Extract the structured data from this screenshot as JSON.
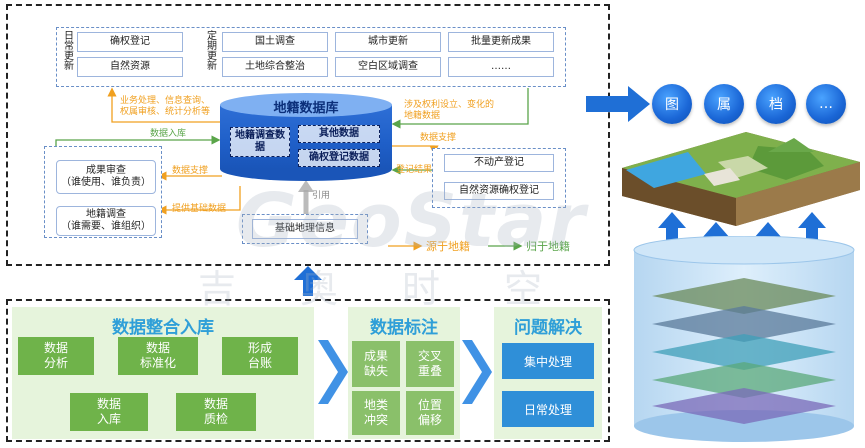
{
  "top": {
    "daily_label": "日常更新",
    "daily_items": [
      "确权登记",
      "自然资源"
    ],
    "periodic_label": "定期更新",
    "periodic_items": [
      "国土调查",
      "城市更新",
      "批量更新成果",
      "土地综合整治",
      "空白区域调查",
      "……"
    ],
    "db_title": "地籍数据库",
    "db_sub_survey": "地籍调查数据",
    "db_sub_other": "其他数据",
    "db_sub_register": "确权登记数据",
    "ann_business": "业务处理、信息查询、权属审核、统计分析等",
    "ann_rights": "涉及权利设立、变化的地籍数据",
    "ann_data_support_right": "数据支撑",
    "ann_data_in": "数据入库",
    "ann_data_support_left": "数据支撑",
    "ann_base_data": "提供基础数据",
    "ann_register_result": "登记结果",
    "ann_reference": "引用",
    "left_boxes": [
      "成果审查\n（谁使用、谁负责）",
      "地籍调查\n（谁需要、谁组织）"
    ],
    "right_boxes": [
      "不动产登记",
      "自然资源确权登记"
    ],
    "base_box": "基础地理信息",
    "legend_from": "源于地籍",
    "legend_to": "归于地籍"
  },
  "circles": [
    "图",
    "属",
    "档",
    "…"
  ],
  "bottom": {
    "integrate_title": "数据整合入库",
    "flow": [
      "数据\n分析",
      "数据\n标准化",
      "形成\n台账",
      "数据\n入库",
      "数据\n质检"
    ],
    "annotate_title": "数据标注",
    "annotate_items": [
      "成果\n缺失",
      "交叉\n重叠",
      "地类\n冲突",
      "位置\n偏移"
    ],
    "solve_title": "问题解决",
    "solve_items": [
      "集中处理",
      "日常处理"
    ]
  },
  "watermark": {
    "text": "GeoStar",
    "cn": "吉奥时空"
  },
  "colors": {
    "accent_blue": "#1f5fc8",
    "green": "#6fb34a",
    "orange": "#f0a020",
    "title_blue": "#2f9fd8"
  }
}
